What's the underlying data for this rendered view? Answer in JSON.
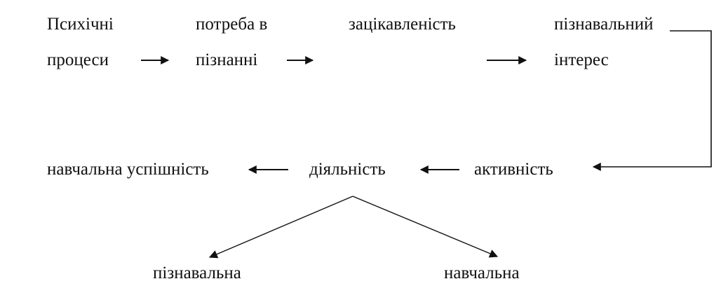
{
  "diagram": {
    "nodes": {
      "psychic_line1": "Психічні",
      "psychic_line2": "процеси",
      "need_line1": "потреба в",
      "need_line2": "пізнанні",
      "interest_state": "зацікавленість",
      "cognitive_line1": "пізнавальний",
      "cognitive_line2": "інтерес",
      "activity": "активність",
      "doing": "діяльність",
      "success": "навчальна успішність",
      "branch_cognitive": "пізнавальна",
      "branch_learning": "навчальна"
    },
    "colors": {
      "ink": "#111111",
      "background": "#ffffff"
    }
  }
}
